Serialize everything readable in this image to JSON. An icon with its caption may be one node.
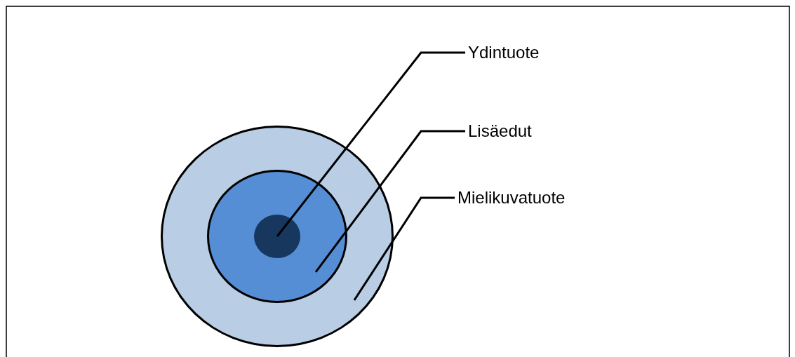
{
  "diagram": {
    "nodes": [
      {
        "text": [],
        "shape": "circle"
      },
      {
        "text": [],
        "shape": "circle",
        "in": 0
      },
      {
        "text": [],
        "shape": "circle",
        "in": 1
      },
      {
        "text": [
          "Ydintuote"
        ]
      },
      {
        "text": [
          "Lisäedut"
        ]
      },
      {
        "text": [
          "Mielikuvatuote"
        ]
      }
    ],
    "edges": [
      {
        "from": 3,
        "to": 2,
        "arrow": "none"
      },
      {
        "from": 4,
        "to": 1,
        "arrow": "none"
      },
      {
        "from": 5,
        "to": 0,
        "arrow": "none"
      }
    ]
  }
}
